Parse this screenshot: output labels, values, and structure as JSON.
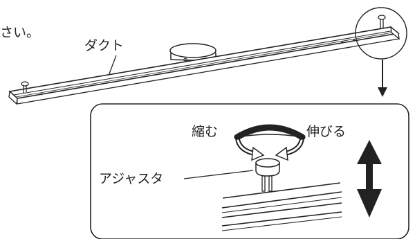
{
  "labels": {
    "instruction_tail": "さい。",
    "duct": "ダクト",
    "shrink": "縮む",
    "extend": "伸びる",
    "adjuster": "アジャスタ"
  },
  "colors": {
    "ink": "#222222",
    "fill": "#ffffff"
  }
}
